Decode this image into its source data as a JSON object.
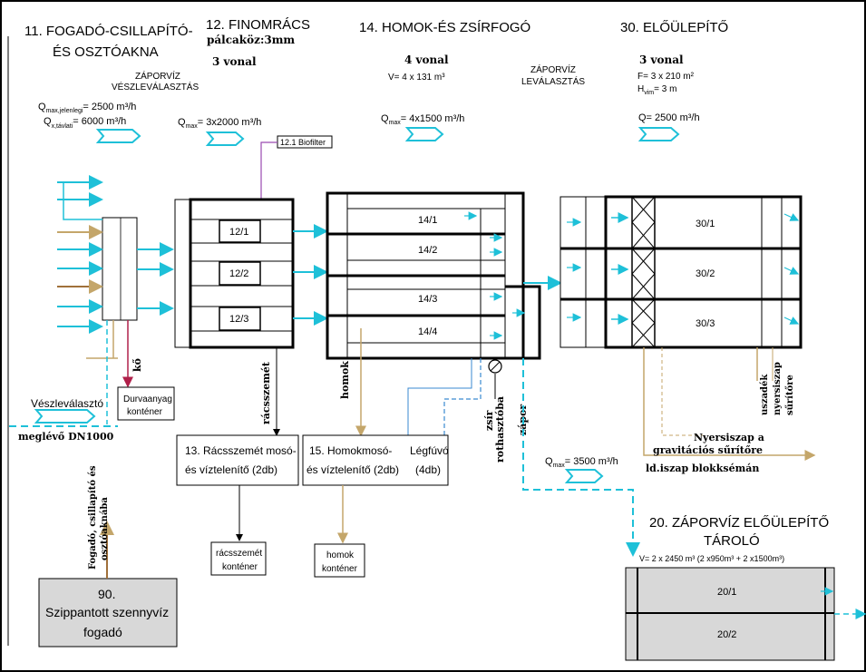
{
  "sections": {
    "s11_line1": "11. FOGADÓ-CSILLAPÍTÓ-",
    "s11_line2": "ÉS OSZTÓAKNA",
    "s12_title": "12. FINOMRÁCS",
    "s12_spacing": "pálcaköz:3mm",
    "s12_lines": "3 vonal",
    "s14_title": "14. HOMOK-ÉS ZSÍRFOGÓ",
    "s14_lines": "4 vonal",
    "s14_volume": "V= 4 x 131 m³",
    "s30_title": "30. ELŐÜLEPÍTŐ",
    "s30_lines": "3 vonal",
    "s30_area": "F= 3 x 210 m²",
    "s30_depth": "H",
    "s30_depth_sub": "vim",
    "s30_depth_val": "= 3 m",
    "s20_line1": "20. ZÁPORVÍZ ELŐÜLEPÍTŐ",
    "s20_line2": "TÁROLÓ",
    "s20_volume": "V= 2 x 2450 m³ (2 x950m³ + 2 x1500m³)"
  },
  "notes": {
    "zaporviz_1a": "ZÁPORVÍZ",
    "zaporviz_1b": "VÉSZLEVÁLASZTÁS",
    "zaporviz_2a": "ZÁPORVÍZ",
    "zaporviz_2b": "LEVÁLASZTÁS",
    "qmax_jel": "Q",
    "qmax_jel_sub": "max,jelenlegi",
    "qmax_jel_val": "= 2500 m³/h",
    "qmax_tav": "Q",
    "qmax_tav_sub": "x,távlati",
    "qmax_tav_val": "= 6000 m³/h",
    "q12": "Q",
    "q12_sub": "max",
    "q12_val": "= 3x2000 m³/h",
    "q14": "Q",
    "q14_sub": "max",
    "q14_val": "= 4x1500 m³/h",
    "q30": "Q= 2500 m³/h",
    "q20": "Q",
    "q20_sub": "max",
    "q20_val": "= 3500 m³/h",
    "biofilter": "12.1 Biofilter",
    "veszlevalaszto": "Vészleválasztó",
    "meglevo": "meglévő  DN1000",
    "ko": "kő",
    "homok": "homok",
    "racsszemet": "rácsszemét",
    "zsir1": "zsír",
    "zsir2": "rothasztóba",
    "zapor": "zápor",
    "uszadek1": "uszadék",
    "uszadek2": "nyersiszap",
    "uszadek3": "sűrítőre",
    "nyersiszap1": "Nyersiszap a",
    "nyersiszap2": "gravitációs sűrítőre",
    "nyersiszap3": "ld.iszap blokksémán",
    "fogado1": "Fogadó, csillapító és",
    "fogado2": "osztóaknába"
  },
  "units": {
    "u12_1": "12/1",
    "u12_2": "12/2",
    "u12_3": "12/3",
    "u14_1": "14/1",
    "u14_2": "14/2",
    "u14_3": "14/3",
    "u14_4": "14/4",
    "u30_1": "30/1",
    "u30_2": "30/2",
    "u30_3": "30/3",
    "u20_1": "20/1",
    "u20_2": "20/2"
  },
  "boxes": {
    "durva1": "Durvaanyag",
    "durva2": "konténer",
    "b13_1": "13.    Rácsszemét mosó-",
    "b13_2": "és víztelenítő (2db)",
    "b15_1": "15.    Homokmosó-",
    "b15_2": "és víztelenítő (2db)",
    "legfuvo1": "Légfúvó",
    "legfuvo2": "(4db)",
    "racs_kont1": "rácsszemét",
    "racs_kont2": "konténer",
    "homok_kont1": "homok",
    "homok_kont2": "konténer",
    "b90_1": "90.",
    "b90_2": "Szippantott szennyvíz",
    "b90_3": "fogadó"
  },
  "colors": {
    "water": "#1ec0d8",
    "sludge": "#c4a66a",
    "stone": "#b0204a",
    "air": "#3a8ad0",
    "purple": "#9a4ab0",
    "box_fill": "#d8d8d8",
    "ink": "#000000"
  }
}
